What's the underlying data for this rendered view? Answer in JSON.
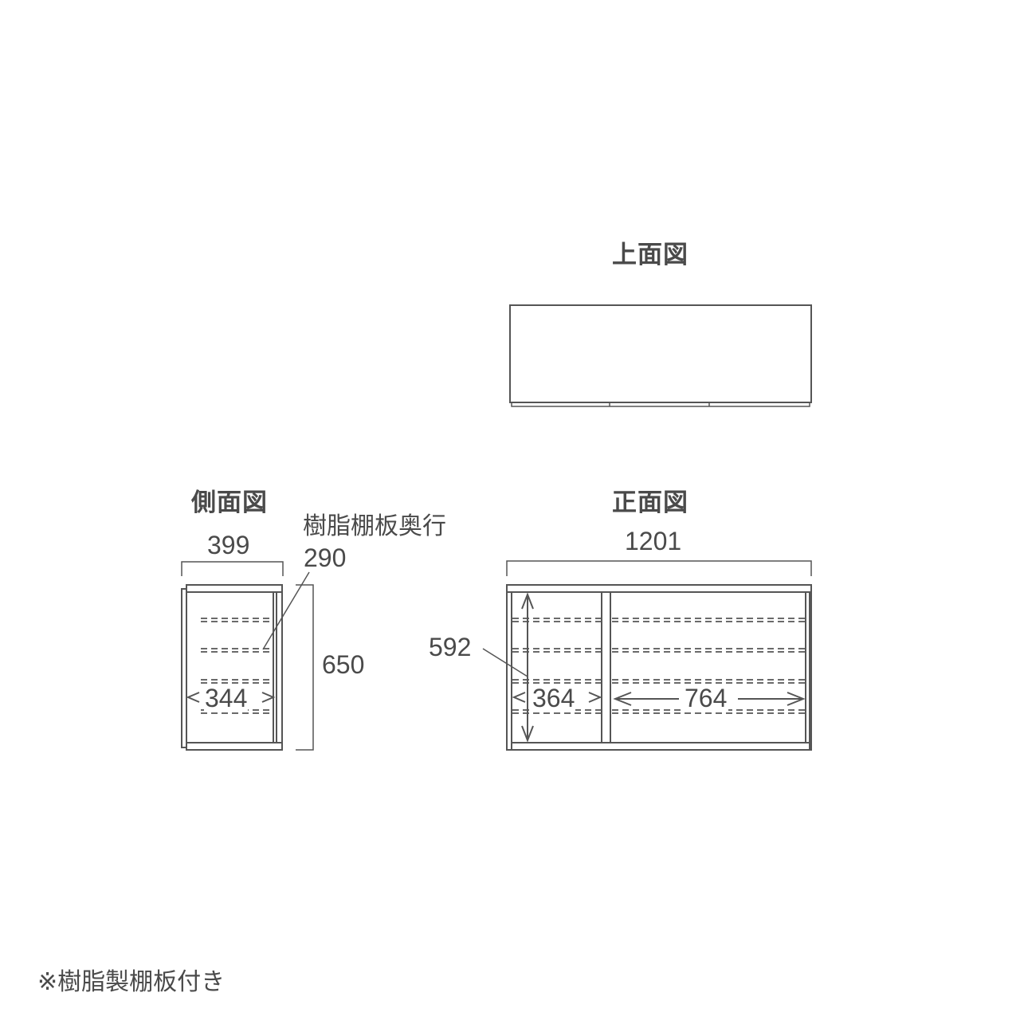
{
  "views": {
    "top": {
      "title": "上面図"
    },
    "side": {
      "title": "側面図",
      "width": "399",
      "height": "650",
      "inner_width": "344",
      "shelf_label": "樹脂棚板奥行",
      "shelf_depth": "290"
    },
    "front": {
      "title": "正面図",
      "width": "1201",
      "inner_height": "592",
      "left_inner_width": "364",
      "right_inner_width": "764"
    }
  },
  "note": "※樹脂製棚板付き",
  "colors": {
    "line": "#555555",
    "text": "#4a4a4a",
    "background": "#ffffff"
  }
}
